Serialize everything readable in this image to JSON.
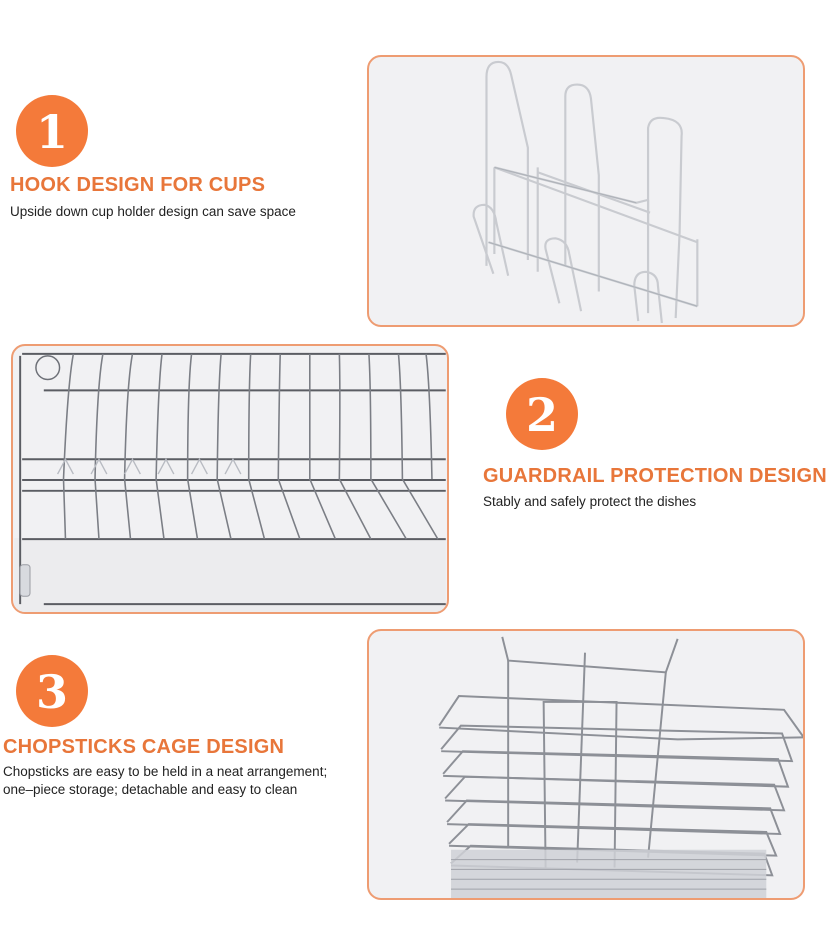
{
  "features": [
    {
      "number": "1",
      "title": "HOOK DESIGN FOR CUPS",
      "description_lines": [
        "Upside down cup holder design can save space"
      ],
      "image_alt": "Chrome wire cup hook rack"
    },
    {
      "number": "2",
      "title": "GUARDRAIL PROTECTION DESIGN",
      "description_lines": [
        "Stably and safely protect the dishes"
      ],
      "image_alt": "Chrome wire dish rack guardrail"
    },
    {
      "number": "3",
      "title": "CHOPSTICKS CAGE DESIGN",
      "description_lines": [
        "Chopsticks are easy to be held in a neat arrangement;",
        "one–piece storage; detachable and easy to clean"
      ],
      "image_alt": "Chrome wire chopsticks cage"
    }
  ],
  "colors": {
    "accent": "#F47A3A",
    "heading": "#E8763A",
    "panel_border": "#EE9C72",
    "panel_bg": "#F1F1F3",
    "body_text": "#222222"
  }
}
